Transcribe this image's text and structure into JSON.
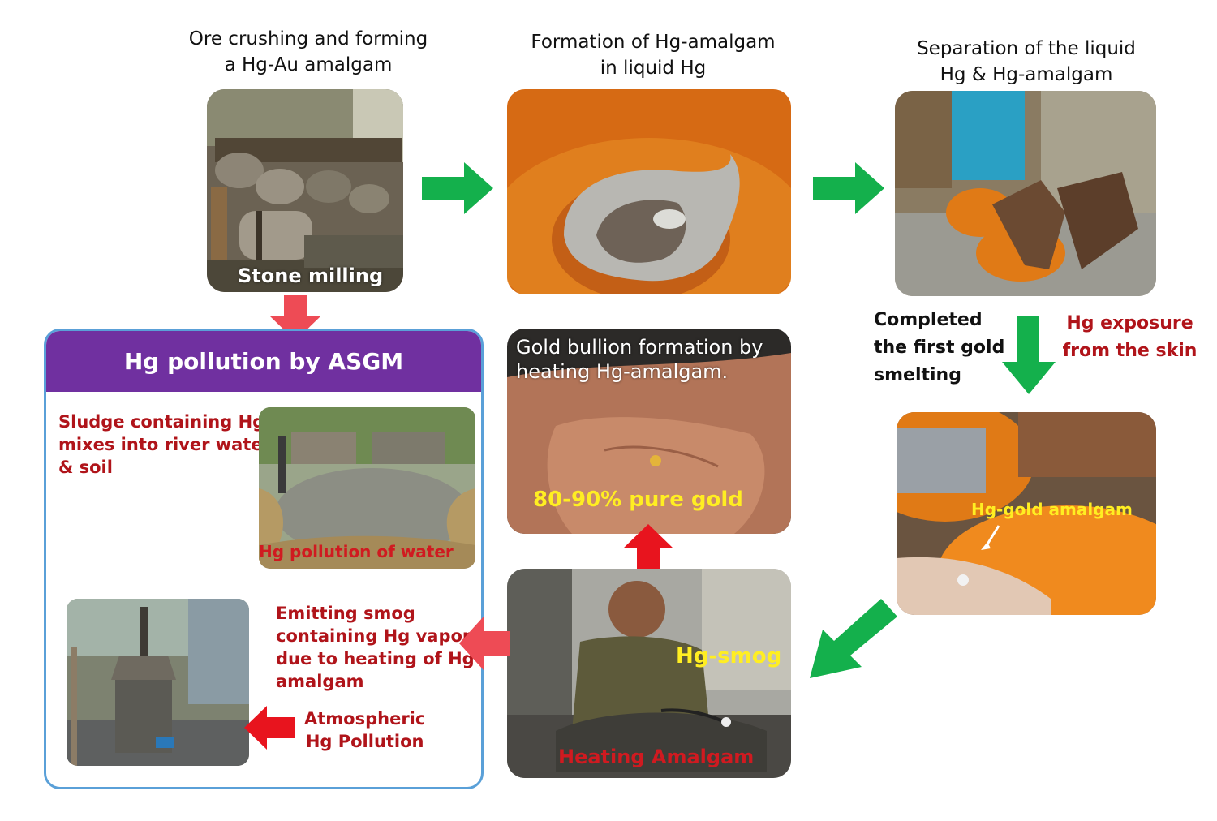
{
  "steps": {
    "crushing": {
      "title_line1": "Ore crushing and forming",
      "title_line2": "a Hg-Au amalgam",
      "photo_label": "Stone milling"
    },
    "formation": {
      "title_line1": "Formation of Hg-amalgam",
      "title_line2": "in liquid Hg"
    },
    "separation": {
      "title_line1": "Separation of the liquid",
      "title_line2": "Hg & Hg-amalgam"
    },
    "smelting": {
      "label_line1": "Completed",
      "label_line2": "the first gold",
      "label_line3": "smelting",
      "exposure_line1": "Hg exposure",
      "exposure_line2": "from the skin"
    },
    "amalgam": {
      "photo_label": "Hg-gold amalgam"
    },
    "heating": {
      "smog_label": "Hg-smog",
      "photo_label": "Heating Amalgam"
    },
    "bullion": {
      "label_line1": "Gold bullion formation by",
      "label_line2": "heating Hg-amalgam.",
      "purity_label": "80-90% pure gold"
    }
  },
  "pollution_panel": {
    "title": "Hg pollution by ASGM",
    "sludge_line1": "Sludge containing Hg",
    "sludge_line2": "mixes into river water",
    "sludge_line3": "& soil",
    "water_label": "Hg pollution of water",
    "atmo_line1": "Atmospheric",
    "atmo_line2": "Hg Pollution"
  },
  "emission": {
    "line1": "Emitting smog",
    "line2": "containing Hg vapor",
    "line3": "due to heating of Hg",
    "line4": "amalgam"
  },
  "colors": {
    "green_arrow": "#14b04c",
    "red_arrow": "#ee4b55",
    "bold_red_arrow": "#e8141e",
    "panel_header": "#7030a0",
    "panel_border": "#5aa0d8",
    "red_text": "#b0141a",
    "yellow_text": "#ffee22"
  }
}
